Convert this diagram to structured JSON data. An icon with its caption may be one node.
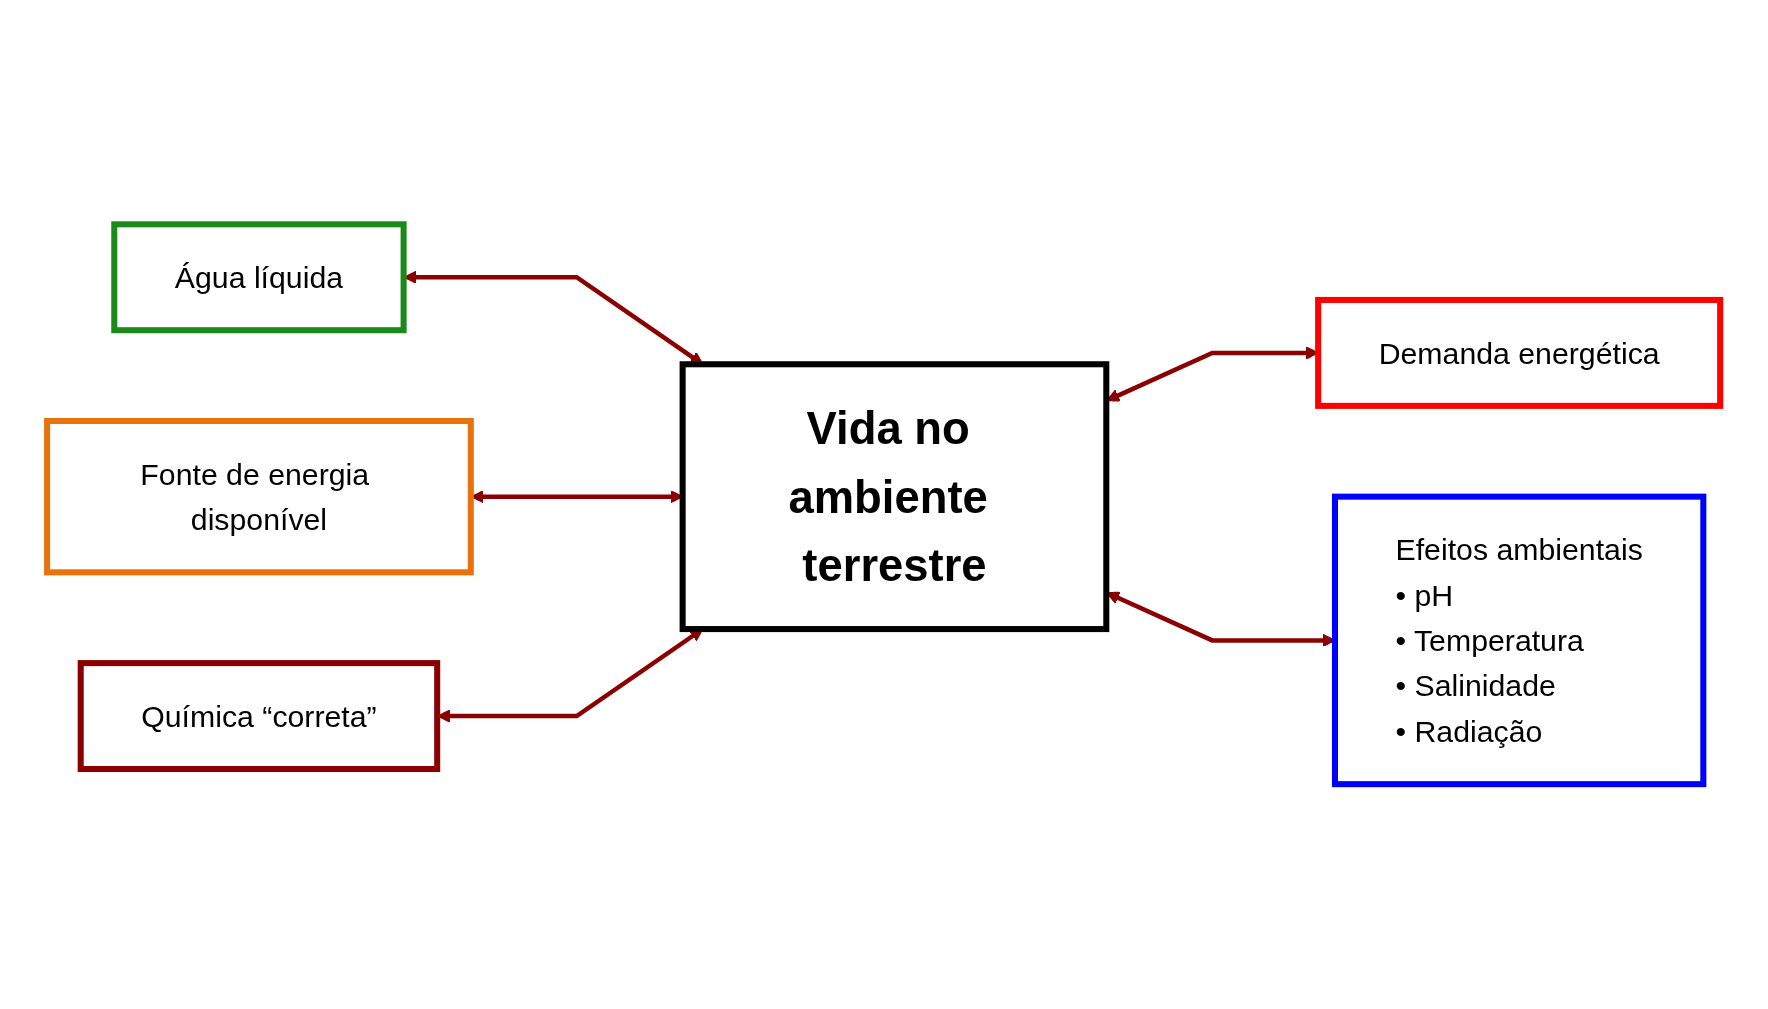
{
  "diagram": {
    "nodes": [
      {
        "text": [
          "Água líquida"
        ]
      },
      {
        "text": [
          "Demanda energética"
        ]
      },
      {
        "text": [
          "Fonte de energia disponível"
        ]
      },
      {
        "text": [
          "Vida no ambiente terrestre"
        ]
      },
      {
        "text": [
          "Química “correta”"
        ]
      },
      {
        "text": [
          "Efeitos ambientais",
          "• pH",
          "• Temperatura",
          "• Salinidade",
          "• Radiação"
        ]
      }
    ],
    "edges": [
      {
        "from": 0,
        "to": 3,
        "arrow": "both"
      },
      {
        "from": 2,
        "to": 3,
        "arrow": "both"
      },
      {
        "from": 4,
        "to": 3,
        "arrow": "both"
      },
      {
        "from": 3,
        "to": 1,
        "arrow": "both"
      },
      {
        "from": 3,
        "to": 5,
        "arrow": "both"
      }
    ]
  }
}
